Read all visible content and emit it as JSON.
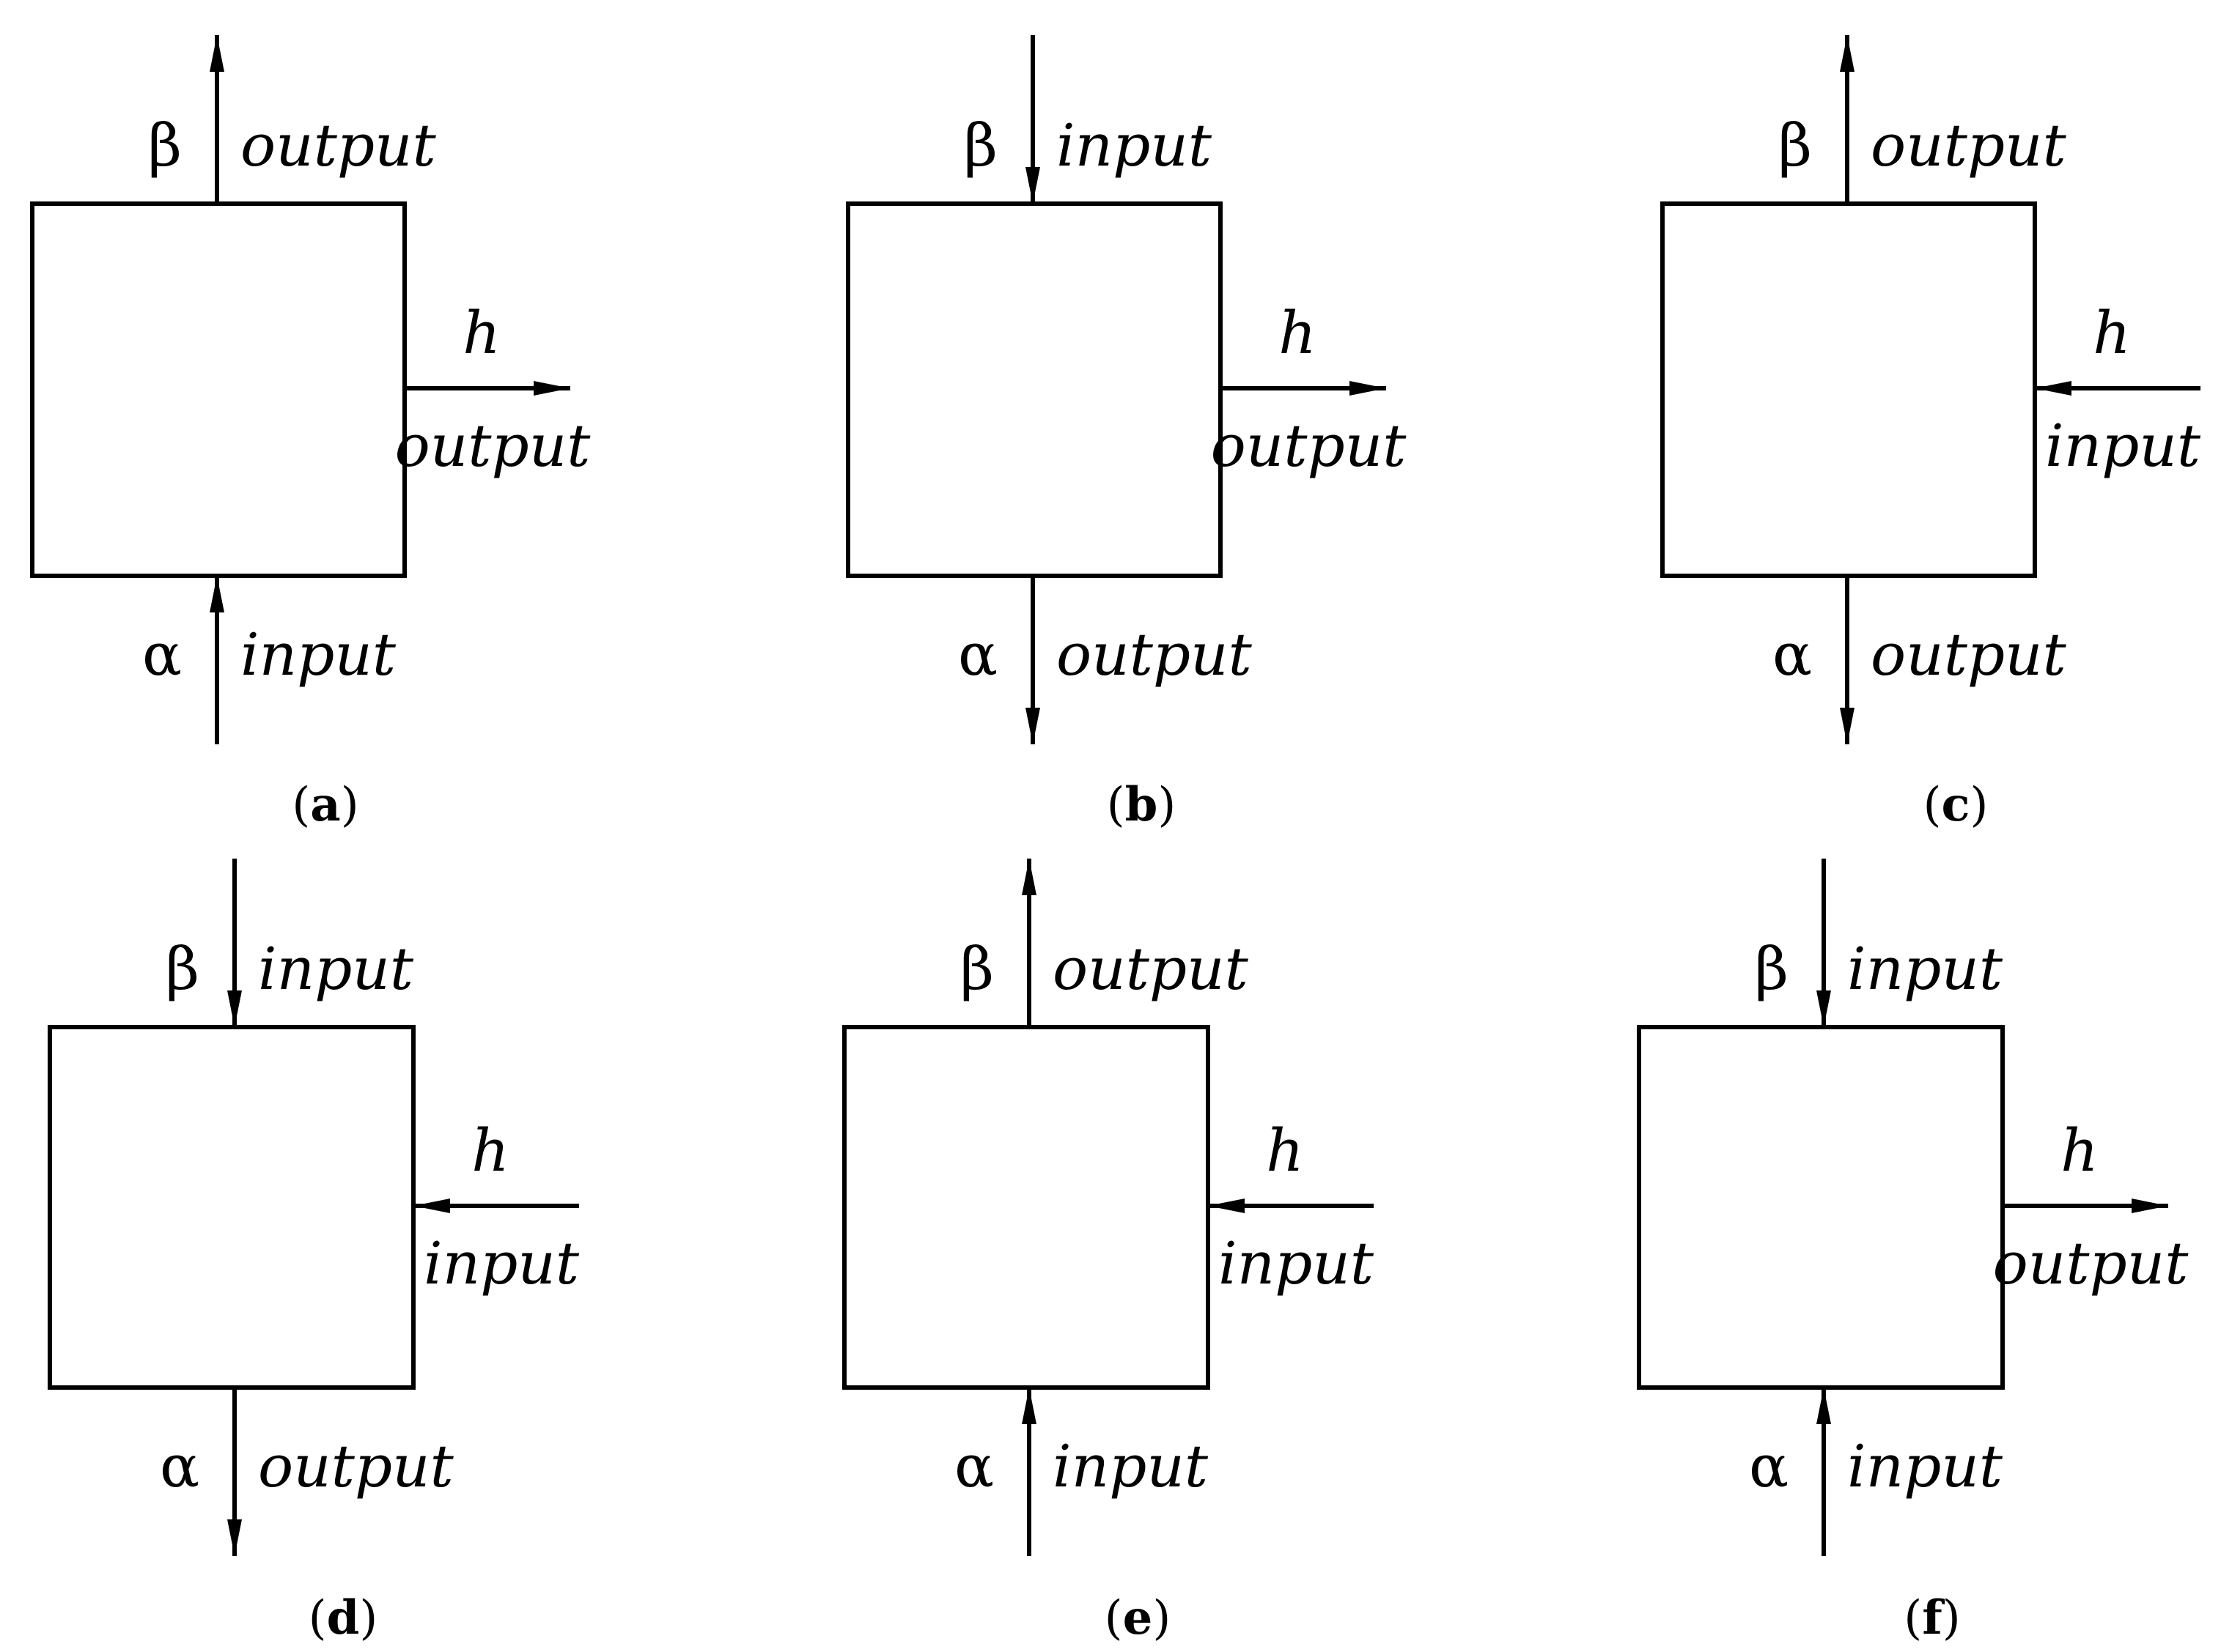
{
  "panels": [
    {
      "id": "a",
      "beta": {
        "symbol": "β",
        "direction": "output"
      },
      "h": {
        "symbol": "h",
        "direction": "output"
      },
      "alpha": {
        "symbol": "α",
        "direction": "input"
      }
    },
    {
      "id": "b",
      "beta": {
        "symbol": "β",
        "direction": "input"
      },
      "h": {
        "symbol": "h",
        "direction": "output"
      },
      "alpha": {
        "symbol": "α",
        "direction": "output"
      }
    },
    {
      "id": "c",
      "beta": {
        "symbol": "β",
        "direction": "output"
      },
      "h": {
        "symbol": "h",
        "direction": "input"
      },
      "alpha": {
        "symbol": "α",
        "direction": "output"
      }
    },
    {
      "id": "d",
      "beta": {
        "symbol": "β",
        "direction": "input"
      },
      "h": {
        "symbol": "h",
        "direction": "input"
      },
      "alpha": {
        "symbol": "α",
        "direction": "output"
      }
    },
    {
      "id": "e",
      "beta": {
        "symbol": "β",
        "direction": "output"
      },
      "h": {
        "symbol": "h",
        "direction": "input"
      },
      "alpha": {
        "symbol": "α",
        "direction": "input"
      }
    },
    {
      "id": "f",
      "beta": {
        "symbol": "β",
        "direction": "input"
      },
      "h": {
        "symbol": "h",
        "direction": "output"
      },
      "alpha": {
        "symbol": "α",
        "direction": "input"
      }
    }
  ],
  "colors": {
    "stroke": "#000000",
    "background": "#ffffff"
  }
}
